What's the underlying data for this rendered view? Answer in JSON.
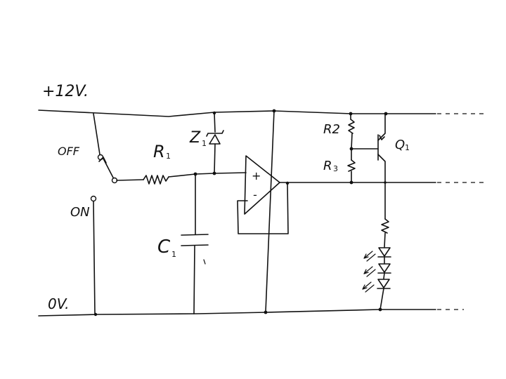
{
  "labels": {
    "supply": "+12V.",
    "ground": "0V.",
    "switch_off": "OFF",
    "switch_on": "ON",
    "r1": "R",
    "r1_sub": "1",
    "z1": "Z",
    "z1_sub": "1",
    "r2": "R2",
    "r3": "R",
    "r3_sub": "3",
    "q1": "Q",
    "q1_sub": "1",
    "c1": "C",
    "c1_sub": "1",
    "plus": "+",
    "minus": "-"
  }
}
